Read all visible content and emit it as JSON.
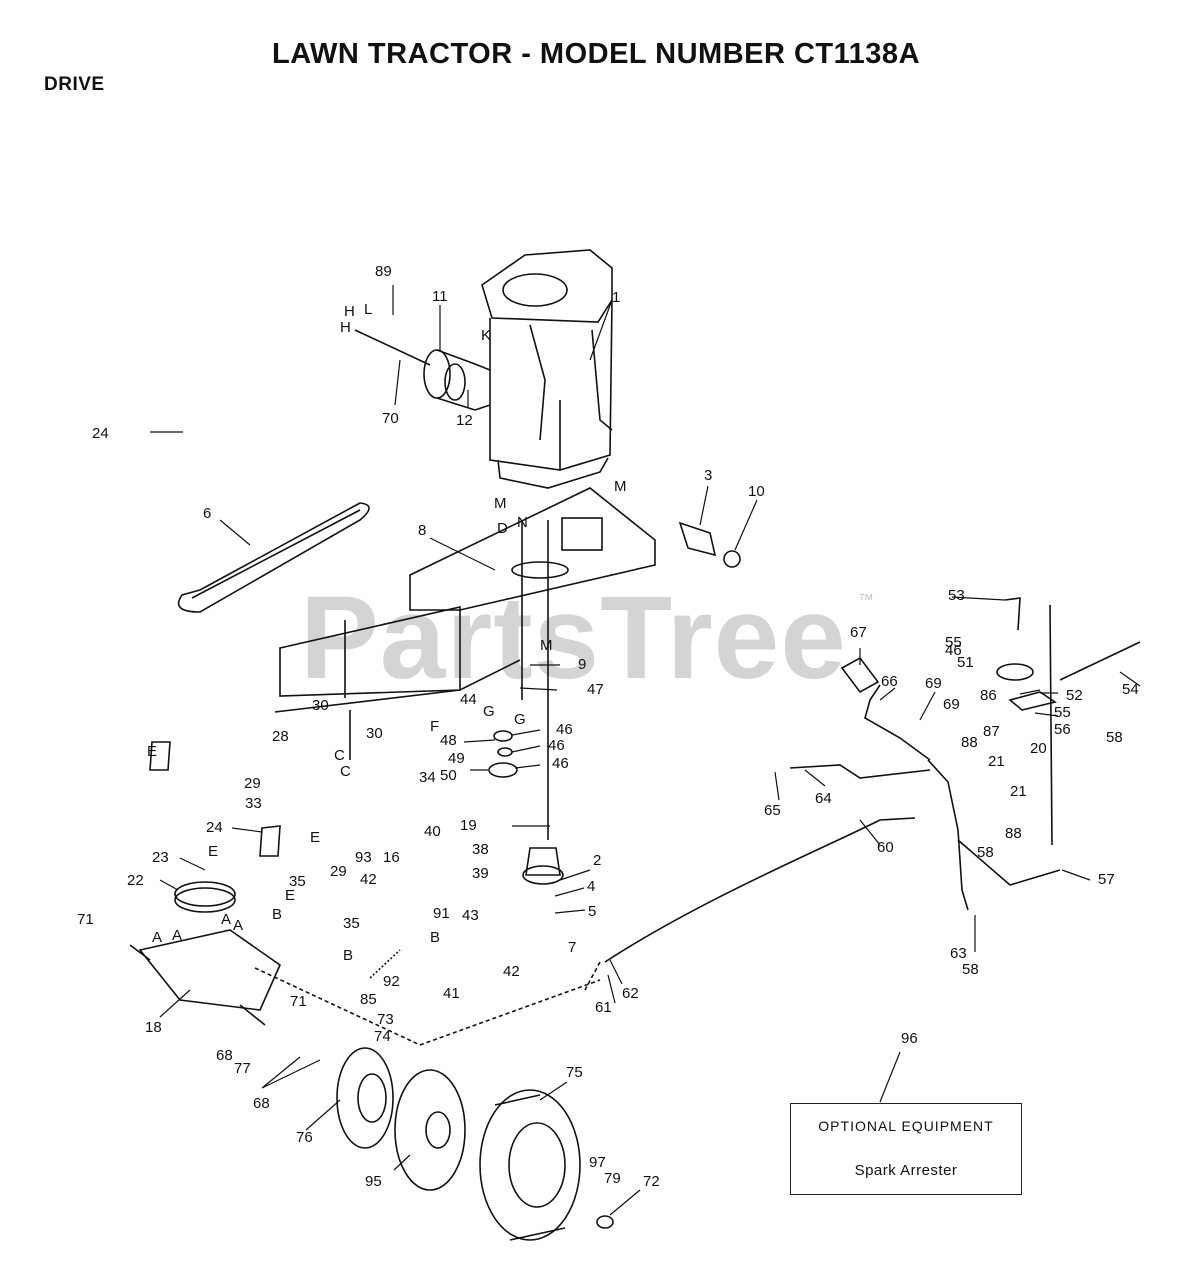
{
  "header": {
    "title": "LAWN TRACTOR - MODEL NUMBER CT1138A",
    "section": "DRIVE"
  },
  "watermark": {
    "text": "PartsTree",
    "tm": "™"
  },
  "optional_equipment": {
    "title": "OPTIONAL EQUIPMENT",
    "item": "Spark Arrester"
  },
  "callouts": {
    "c1": "1",
    "c2": "2",
    "c3": "3",
    "c4": "4",
    "c5": "5",
    "c6": "6",
    "c7": "7",
    "c8": "8",
    "c9": "9",
    "c10": "10",
    "c11": "11",
    "c12": "12",
    "c16": "16",
    "c18": "18",
    "c19": "19",
    "c20": "20",
    "c21": "21",
    "c22": "22",
    "c23": "23",
    "c24": "24",
    "c28": "28",
    "c29": "29",
    "c30": "30",
    "c33": "33",
    "c34": "34",
    "c35": "35",
    "c38": "38",
    "c39": "39",
    "c40": "40",
    "c41": "41",
    "c42": "42",
    "c43": "43",
    "c44": "44",
    "c46": "46",
    "c47": "47",
    "c48": "48",
    "c49": "49",
    "c50": "50",
    "c51": "51",
    "c52": "52",
    "c53": "53",
    "c54": "54",
    "c55": "55",
    "c56": "56",
    "c57": "57",
    "c58": "58",
    "c60": "60",
    "c61": "61",
    "c62": "62",
    "c63": "63",
    "c64": "64",
    "c65": "65",
    "c66": "66",
    "c67": "67",
    "c68": "68",
    "c69": "69",
    "c70": "70",
    "c71": "71",
    "c72": "72",
    "c73": "73",
    "c74": "74",
    "c75": "75",
    "c76": "76",
    "c77": "77",
    "c79": "79",
    "c85": "85",
    "c86": "86",
    "c87": "87",
    "c88": "88",
    "c89": "89",
    "c91": "91",
    "c92": "92",
    "c93": "93",
    "c95": "95",
    "c96": "96",
    "c97": "97"
  },
  "letters": {
    "A": "A",
    "B": "B",
    "C": "C",
    "D": "D",
    "E": "E",
    "F": "F",
    "G": "G",
    "H": "H",
    "K": "K",
    "L": "L",
    "M": "M",
    "N": "N"
  }
}
